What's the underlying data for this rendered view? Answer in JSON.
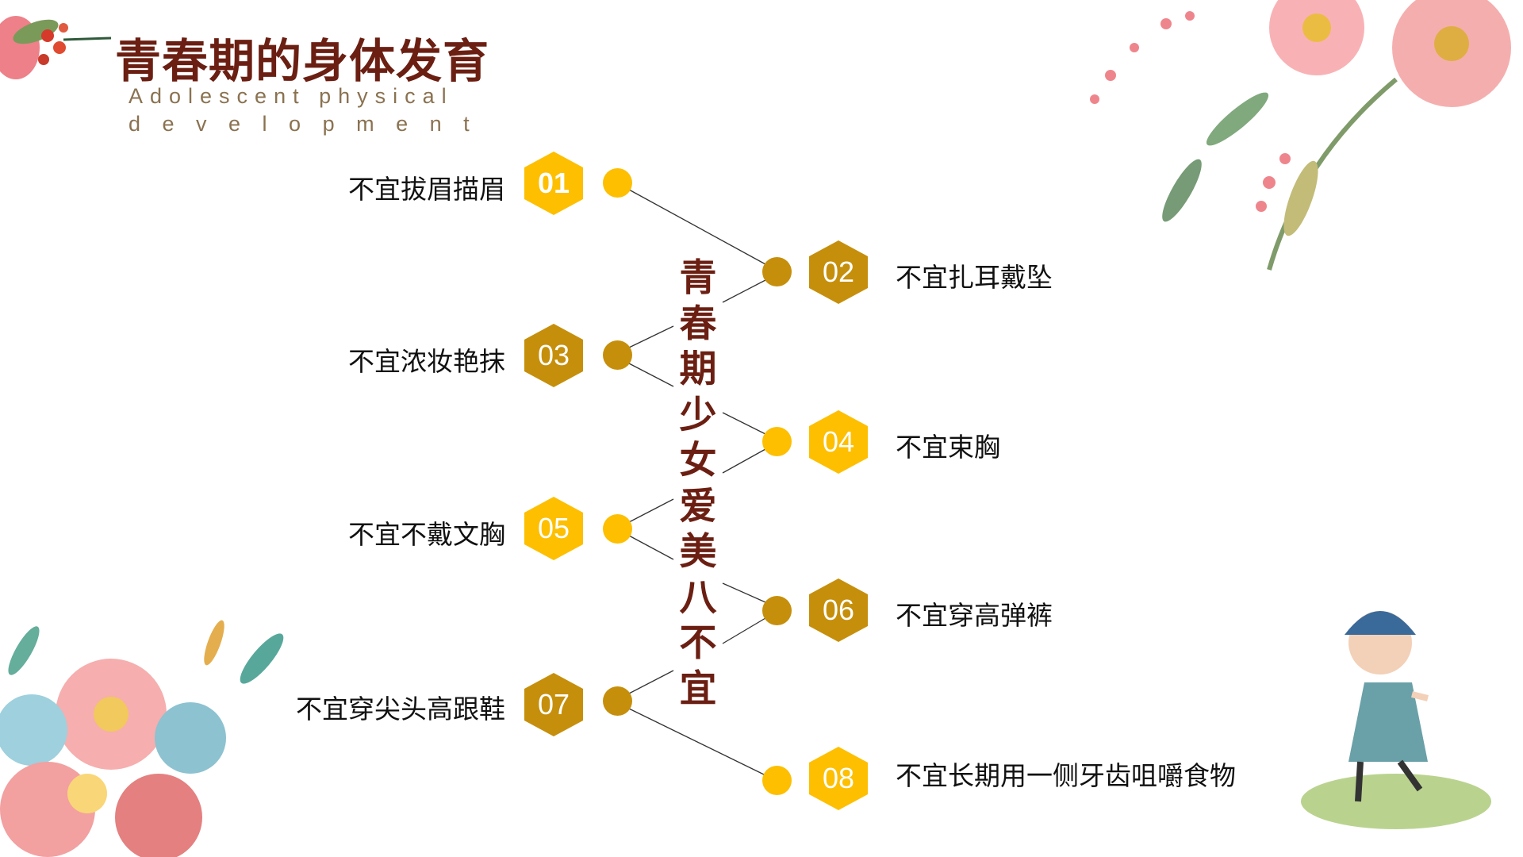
{
  "header": {
    "title": "青春期的身体发育",
    "subtitle_line1": "Adolescent physical",
    "subtitle_line2": "development"
  },
  "center_title": "青春期少女爱美八不宜",
  "colors": {
    "bright": "#fdbf00",
    "dark": "#c68f0b",
    "title": "#6b1f12"
  },
  "items": [
    {
      "num": "01",
      "label": "不宜拔眉描眉"
    },
    {
      "num": "02",
      "label": "不宜扎耳戴坠"
    },
    {
      "num": "03",
      "label": "不宜浓妆艳抹"
    },
    {
      "num": "04",
      "label": "不宜束胸"
    },
    {
      "num": "05",
      "label": "不宜不戴文胸"
    },
    {
      "num": "06",
      "label": "不宜穿高弹裤"
    },
    {
      "num": "07",
      "label": "不宜穿尖头高跟鞋"
    },
    {
      "num": "08",
      "label": "不宜长期用一侧牙齿咀嚼食物"
    }
  ]
}
